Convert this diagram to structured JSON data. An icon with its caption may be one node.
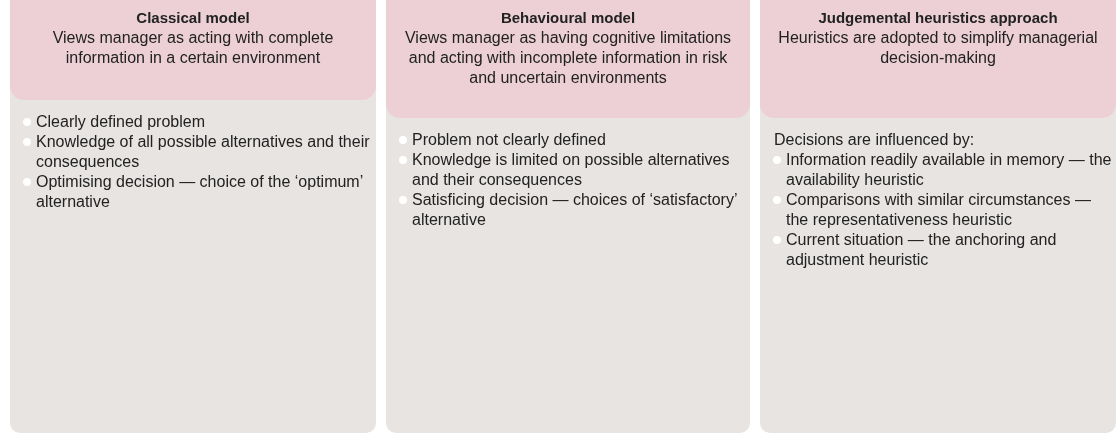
{
  "diagram": {
    "nodes": [
      {
        "text": [
          "Clearly defined problem",
          "Knowledge of all possible alternatives and their consequences",
          "Optimising decision — choice of the ‘optimum’ alternative"
        ]
      },
      {
        "text": [
          "Classical model",
          "Views manager as acting with complete information in a certain environment"
        ],
        "in": 0
      },
      {
        "text": [
          "Problem not clearly defined",
          "Knowledge is limited on possible alternatives and their consequences",
          "Satisficing decision — choices of ‘satisfactory’ alternative"
        ]
      },
      {
        "text": [
          "Behavioural model",
          "Views manager as having cognitive limitations and acting with incomplete information in risk and uncertain environments"
        ],
        "in": 2
      },
      {
        "text": [
          "Decisions are influenced by:",
          "Information readily available in memory — the availability heuristic",
          "Comparisons with similar circumstances — the representativeness heuristic",
          "Current situation — the anchoring and adjustment heuristic"
        ]
      },
      {
        "text": [
          "Judgemental heuristics approach",
          "Heuristics are adopted to simplify managerial decision-making"
        ],
        "in": 4
      }
    ],
    "edges": []
  }
}
